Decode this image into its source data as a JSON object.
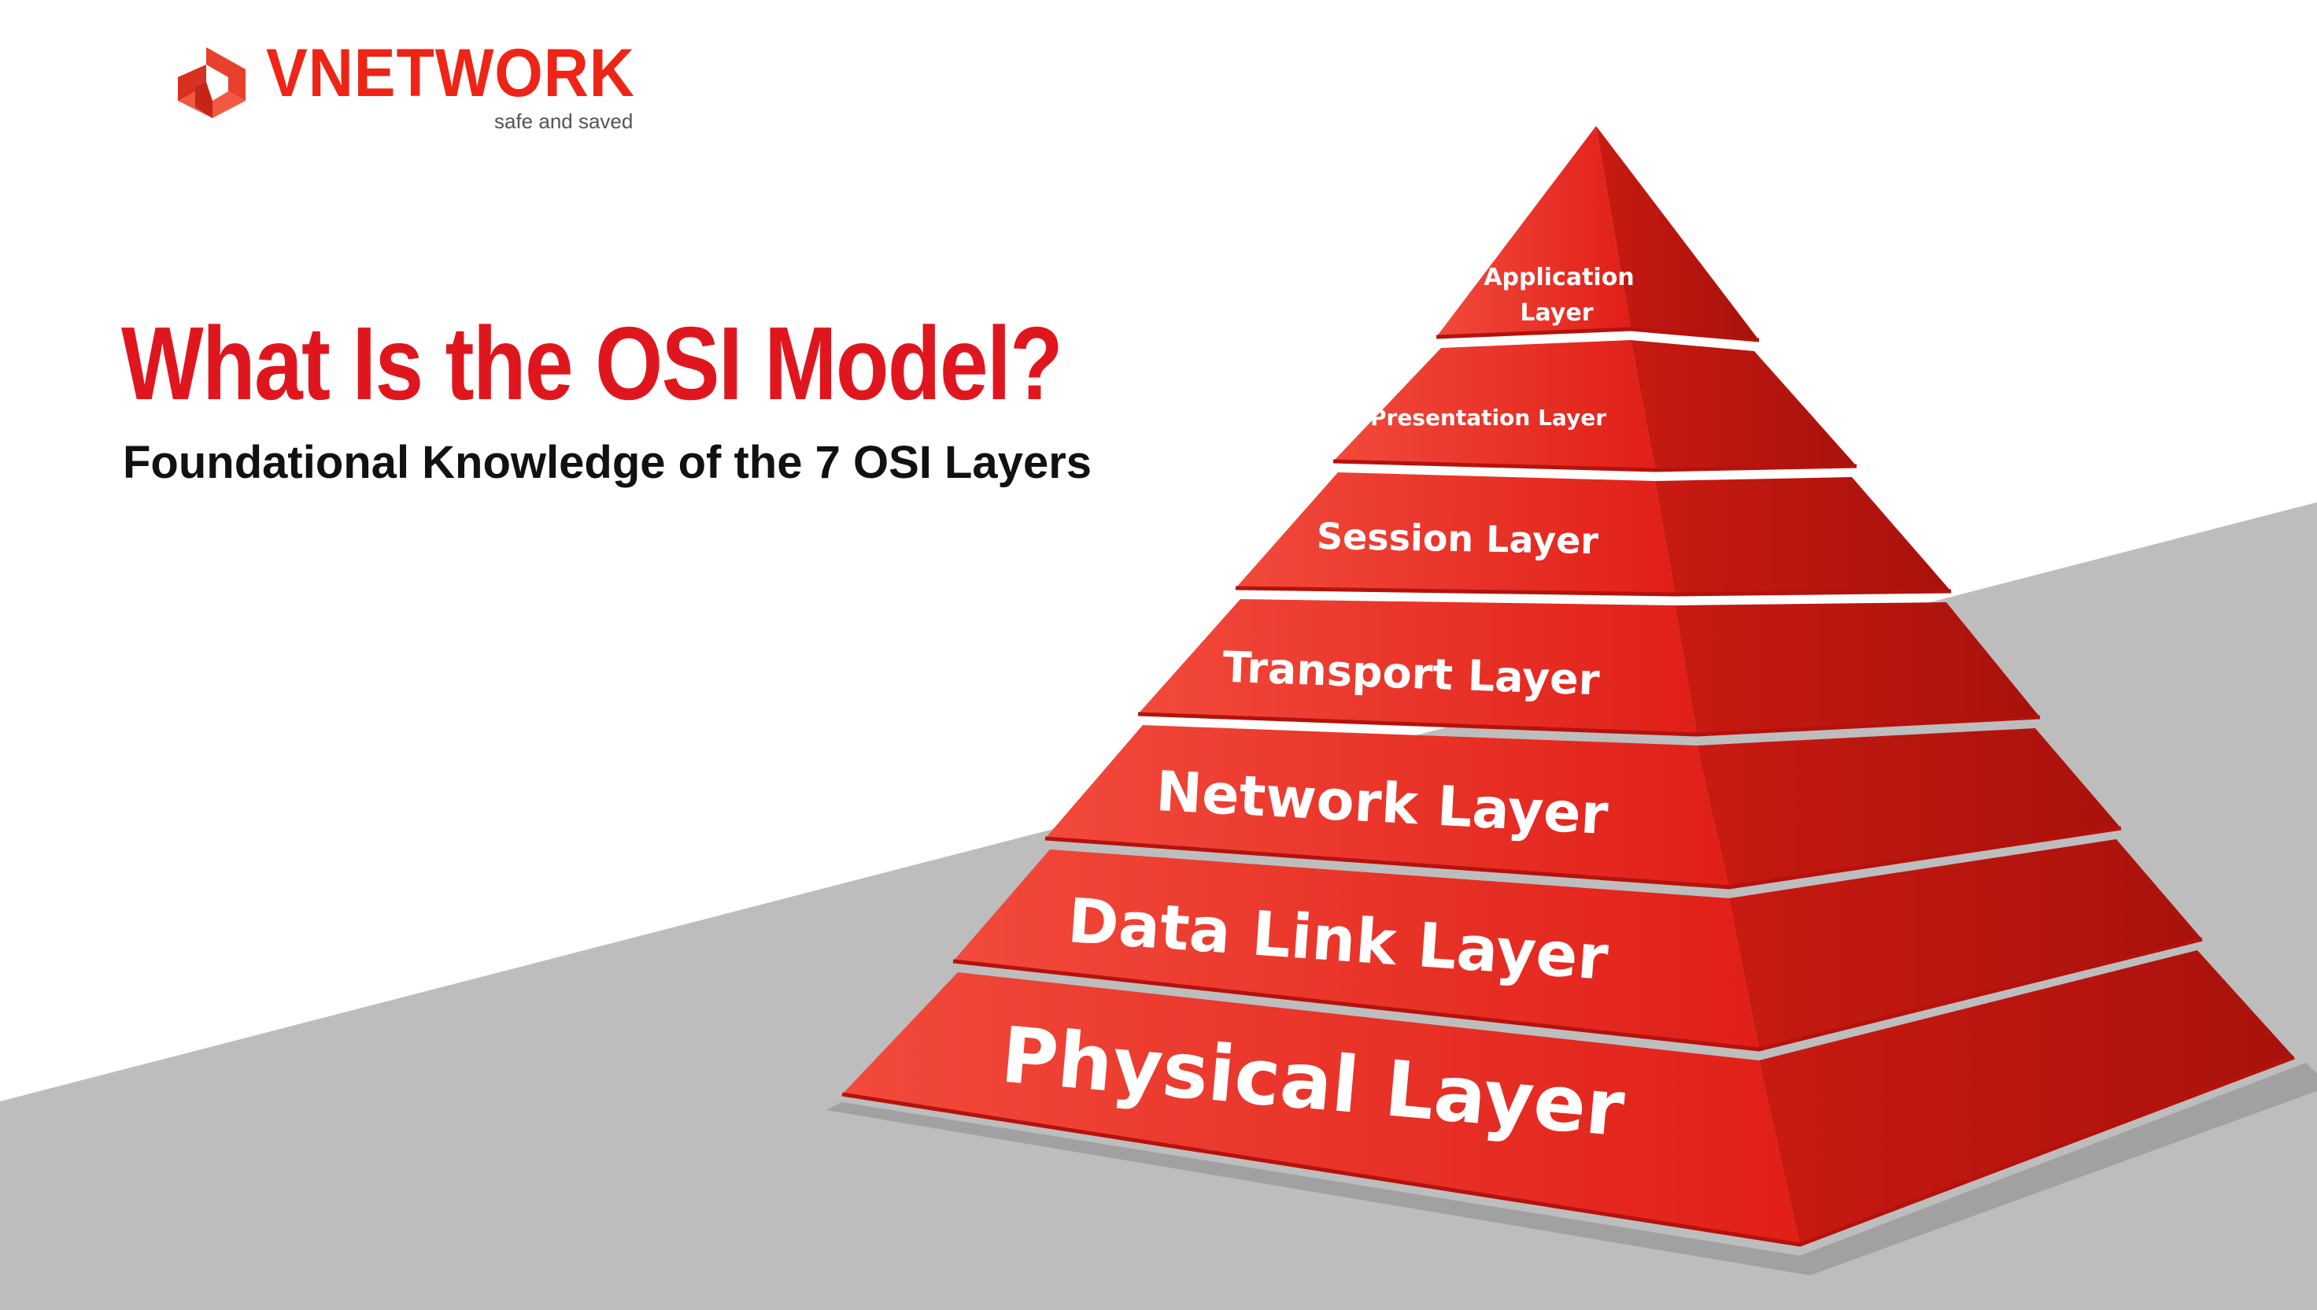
{
  "logo": {
    "name": "VNETWORK",
    "tagline": "safe and saved"
  },
  "title": "What Is the OSI Model?",
  "subtitle": "Foundational Knowledge of the 7 OSI Layers",
  "pyramid": {
    "layers": [
      {
        "line1": "Application",
        "line2": "Layer"
      },
      {
        "label": "Presentation Layer"
      },
      {
        "label": "Session Layer"
      },
      {
        "label": "Transport Layer"
      },
      {
        "label": "Network Layer"
      },
      {
        "label": "Data Link Layer"
      },
      {
        "label": "Physical Layer"
      }
    ]
  },
  "colors": {
    "brand_red": "#e0161e",
    "background_gray": "#bdbdbd"
  }
}
